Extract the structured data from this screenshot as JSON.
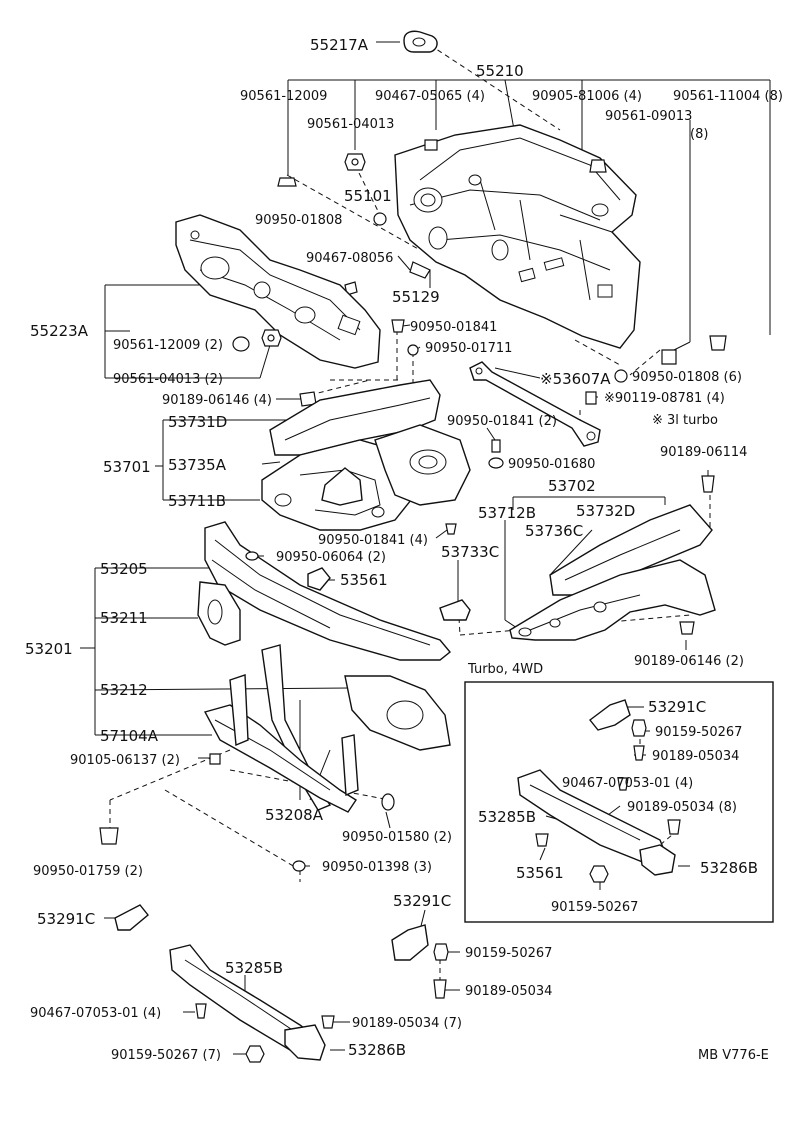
{
  "diagram": {
    "labels": {
      "p55217A": "55217A",
      "p55210": "55210",
      "p90561_12009_top": "90561-12009",
      "p90467_05065": "90467-05065 (4)",
      "p90905_81006": "90905-81006 (4)",
      "p90561_11004": "90561-11004 (8)",
      "p90561_04013_top": "90561-04013",
      "p90561_09013": "90561-09013",
      "p90561_09013_qty": "(8)",
      "p55101": "55101",
      "p90950_01808_top": "90950-01808",
      "p90467_08056": "90467-08056",
      "p55129": "55129",
      "p55223A": "55223A",
      "p90561_12009_2": "90561-12009 (2)",
      "p90561_04013_2": "90561-04013 (2)",
      "p90950_01841_a": "90950-01841",
      "p90950_01711": "90950-01711",
      "p53607A": "※53607A",
      "p90950_01808_6": "90950-01808 (6)",
      "p90189_06146_4": "90189-06146 (4)",
      "p90119_08781": "※90119-08781 (4)",
      "p31_turbo": "※ 3l turbo",
      "p53731D": "53731D",
      "p90950_01841_2": "90950-01841 (2)",
      "p53701": "53701",
      "p53735A": "53735A",
      "p90950_01680": "90950-01680",
      "p90189_06114": "90189-06114",
      "p53711B": "53711B",
      "p53702": "53702",
      "p53712B": "53712B",
      "p53732D": "53732D",
      "p53736C": "53736C",
      "p90950_01841_4": "90950-01841 (4)",
      "p53733C": "53733C",
      "p53205": "53205",
      "p90950_06064": "90950-06064 (2)",
      "p53561_main": "53561",
      "p53211": "53211",
      "p53201": "53201",
      "p90189_06146_2": "90189-06146 (2)",
      "p_turbo_4wd": "Turbo, 4WD",
      "p53212": "53212",
      "p53291C_box": "53291C",
      "p90159_50267_box_a": "90159-50267",
      "p57104A": "57104A",
      "p90189_05034_box_a": "90189-05034",
      "p90105_06137": "90105-06137 (2)",
      "p90467_07053_box": "90467-07053-01 (4)",
      "p90189_05034_8": "90189-05034 (8)",
      "p53285B_box": "53285B",
      "p53208A": "53208A",
      "p90950_01580": "90950-01580 (2)",
      "p53561_box": "53561",
      "p53286B_box": "53286B",
      "p90950_01759": "90950-01759 (2)",
      "p90950_01398": "90950-01398 (3)",
      "p90159_50267_box_b": "90159-50267",
      "p53291C_left": "53291C",
      "p53291C_bottom": "53291C",
      "p90159_50267_bottom": "90159-50267",
      "p53285B_bottom": "53285B",
      "p90189_05034_bottom": "90189-05034",
      "p90467_07053_bottom": "90467-07053-01 (4)",
      "p90189_05034_7": "90189-05034 (7)",
      "p90159_50267_7": "90159-50267 (7)",
      "p53286B_bottom": "53286B",
      "p_ref": "MB V776-E"
    }
  }
}
